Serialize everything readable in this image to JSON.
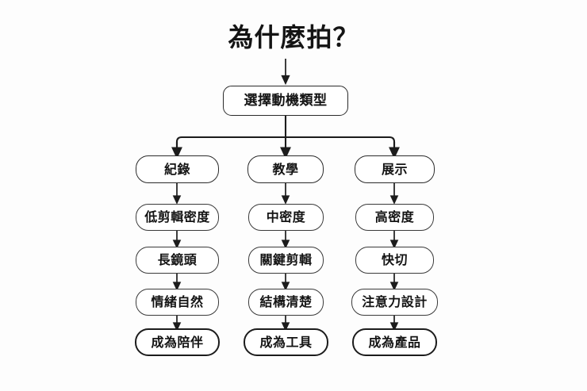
{
  "diagram": {
    "title": "為什麼拍？",
    "background_color": "#fdfdfd",
    "node_border_color": "#2b2b2b",
    "node_fill_color": "#ffffff",
    "text_color": "#141414",
    "root": {
      "label": "選擇動機類型"
    },
    "columns": [
      {
        "branch": "紀錄",
        "steps": [
          "低剪輯密度",
          "長鏡頭",
          "情緒自然"
        ],
        "final": "成為陪伴"
      },
      {
        "branch": "教學",
        "steps": [
          "中密度",
          "關鍵剪輯",
          "結構清楚"
        ],
        "final": "成為工具"
      },
      {
        "branch": "展示",
        "steps": [
          "高密度",
          "快切",
          "注意力設計"
        ],
        "final": "成為產品"
      }
    ]
  }
}
